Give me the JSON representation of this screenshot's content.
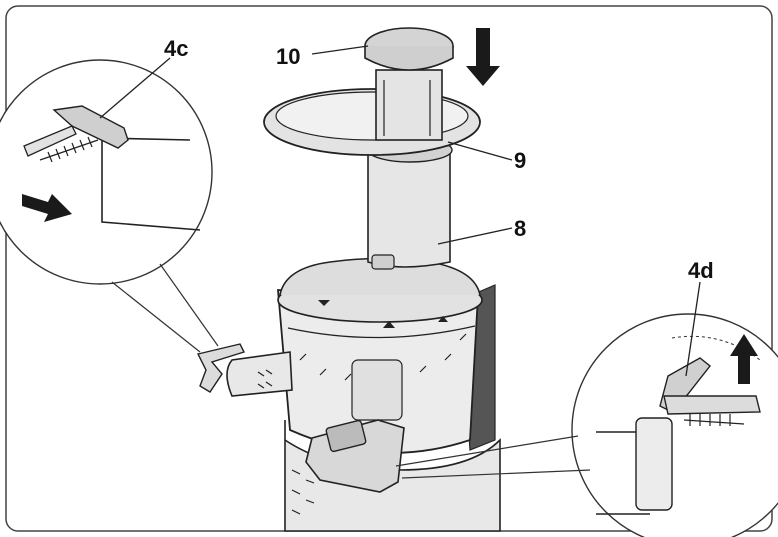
{
  "labels": {
    "l10": "10",
    "l9": "9",
    "l8": "8",
    "l4c": "4c",
    "l4d": "4d"
  },
  "colors": {
    "outline": "#222222",
    "fill_light": "#e6e6e6",
    "fill_mid": "#cfcfcf",
    "fill_dark": "#9a9a9a",
    "background": "#ffffff"
  },
  "icons": [
    "arrow-down-icon",
    "arrow-right-icon",
    "arrow-up-icon"
  ]
}
